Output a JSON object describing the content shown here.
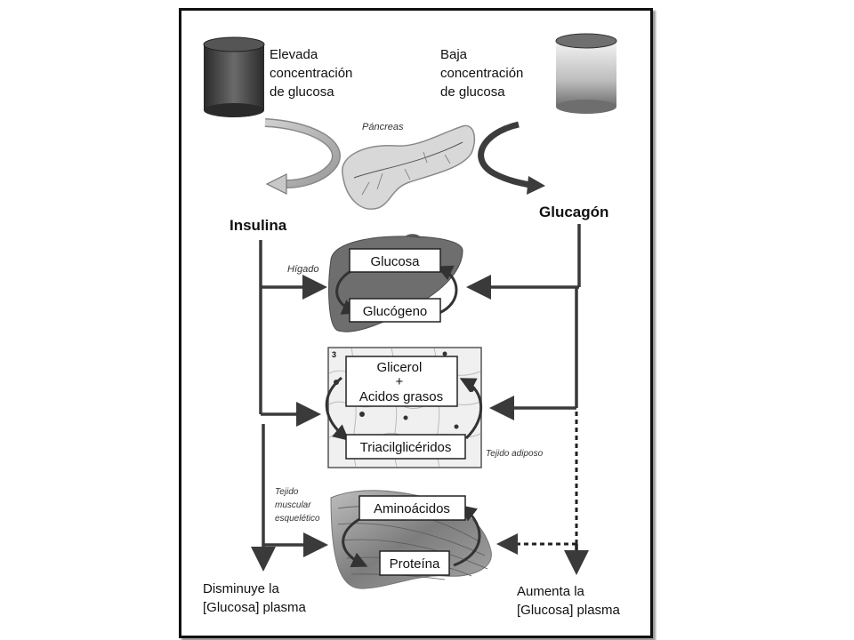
{
  "high_glucose": {
    "line1": "Elevada",
    "line2": "concentración",
    "line3": "de glucosa"
  },
  "low_glucose": {
    "line1": "Baja",
    "line2": "concentración",
    "line3": "de glucosa"
  },
  "pancreas": "Páncreas",
  "insulin": "Insulina",
  "glucagon": "Glucagón",
  "liver": {
    "label": "Hígado",
    "top": "Glucosa",
    "bottom": "Glucógeno"
  },
  "adipose": {
    "number": "3",
    "top1": "Glicerol",
    "top2": "+",
    "top3": "Acidos grasos",
    "bottom": "Triacilglicéridos",
    "label": "Tejido adiposo"
  },
  "muscle": {
    "label1": "Tejido",
    "label2": "muscular",
    "label3": "esquelético",
    "top": "Aminoácidos",
    "bottom": "Proteína"
  },
  "decrease": {
    "line1": "Disminuye la",
    "line2": "[Glucosa] plasma"
  },
  "increase": {
    "line1": "Aumenta la",
    "line2": "[Glucosa] plasma"
  }
}
